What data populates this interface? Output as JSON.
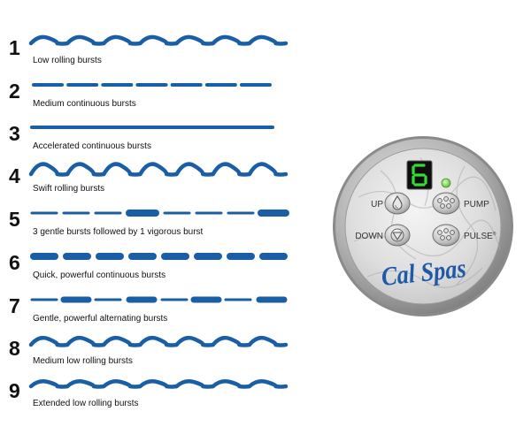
{
  "colors": {
    "pattern": "#1a5fa6",
    "digit": "#33dd33",
    "indicator": "#7ed957",
    "panel_bezel": "#a9a9a9",
    "logo": "#1f5aa8"
  },
  "modes": [
    {
      "number": "1",
      "description": "Low rolling bursts",
      "pattern": "wave-low"
    },
    {
      "number": "2",
      "description": "Medium continuous bursts",
      "pattern": "dash-medium"
    },
    {
      "number": "3",
      "description": "Accelerated continuous bursts",
      "pattern": "dash-long"
    },
    {
      "number": "4",
      "description": "Swift rolling bursts",
      "pattern": "wave-high"
    },
    {
      "number": "5",
      "description": "3 gentle bursts followed by 1 vigorous burst",
      "pattern": "dash-3-1"
    },
    {
      "number": "6",
      "description": "Quick, powerful continuous bursts",
      "pattern": "pill-row"
    },
    {
      "number": "7",
      "description": "Gentle, powerful alternating bursts",
      "pattern": "dash-alternating"
    },
    {
      "number": "8",
      "description": "Medium low rolling bursts",
      "pattern": "wave-medium"
    },
    {
      "number": "9",
      "description": "Extended low rolling bursts",
      "pattern": "wave-extended"
    }
  ],
  "control_panel": {
    "display_digit": "6",
    "buttons": [
      {
        "label": "UP",
        "icon": "droplet-icon"
      },
      {
        "label": "PUMP",
        "icon": "jets-icon"
      },
      {
        "label": "DOWN",
        "icon": "down-arrow-icon"
      },
      {
        "label": "PULSE",
        "icon": "jets-icon",
        "trademark": "®"
      }
    ],
    "logo": "Cal Spas"
  }
}
